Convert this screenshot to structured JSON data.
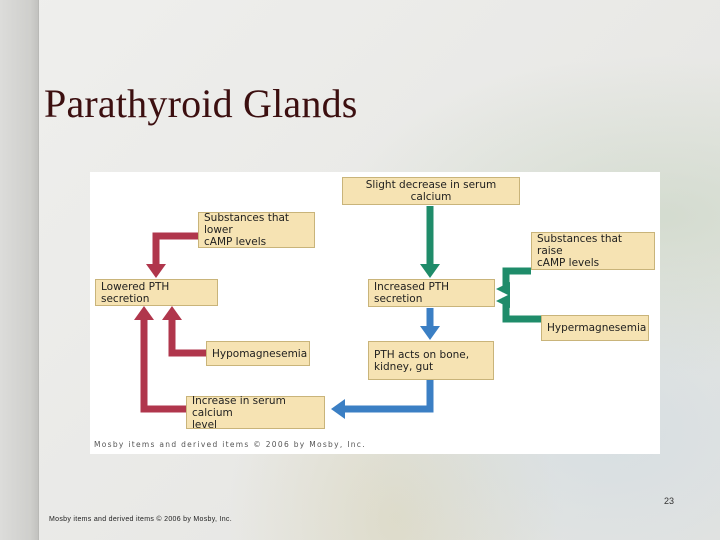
{
  "slide": {
    "title": "Parathyroid Glands",
    "slide_number": "23",
    "footer": "Mosby items and derived items © 2006 by Mosby, Inc."
  },
  "diagram": {
    "credit": "Mosby items and derived items © 2006 by Mosby, Inc.",
    "nodes": {
      "slight_decrease": "Slight decrease in serum calcium",
      "substances_lower": [
        "Substances that lower",
        "cAMP levels"
      ],
      "lowered_pth": "Lowered PTH secretion",
      "increased_pth": "Increased PTH secretion",
      "substances_raise": [
        "Substances that raise",
        "cAMP levels"
      ],
      "hypermagnesemia": "Hypermagnesemia",
      "hypomagnesemia": "Hypomagnesemia",
      "pth_acts": [
        "PTH acts on bone,",
        "kidney, gut"
      ],
      "increase_serum": [
        "Increase in serum calcium",
        "level"
      ]
    },
    "colors": {
      "box_fill": "#f6e3b3",
      "inhibit_arrow": "#b0364c",
      "stimulate_arrow": "#1f8c6a",
      "effect_arrow": "#3b7fc4"
    }
  }
}
